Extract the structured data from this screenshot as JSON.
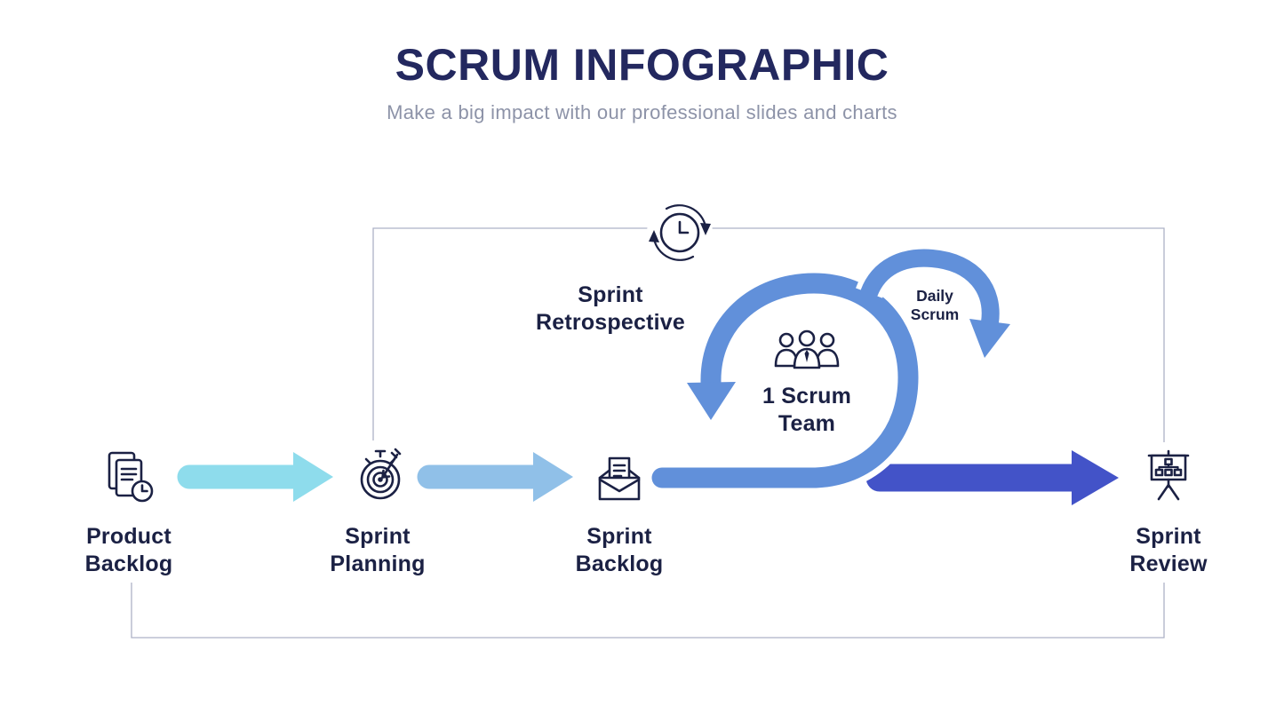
{
  "colors": {
    "navy": "#1b2144",
    "title_navy": "#23285f",
    "subtitle_gray": "#8d93a8",
    "cyan": "#8edcec",
    "sky": "#90c0e8",
    "indigo": "#4353c8",
    "loop_blue": "#6190da",
    "bracket_gray": "#adb2c6"
  },
  "header": {
    "title": "SCRUM INFOGRAPHIC",
    "subtitle": "Make a big impact with our professional slides and charts"
  },
  "stages": {
    "product_backlog": {
      "label": "Product\nBacklog",
      "icon": "documents-clock-icon"
    },
    "sprint_planning": {
      "label": "Sprint\nPlanning",
      "icon": "stopwatch-target-icon"
    },
    "sprint_backlog": {
      "label": "Sprint\nBacklog",
      "icon": "open-envelope-letter-icon"
    },
    "sprint_review": {
      "label": "Sprint\nReview",
      "icon": "presentation-board-icon"
    }
  },
  "loop": {
    "sprint_retrospective": "Sprint\nRetrospective",
    "scrum_team": "1 Scrum\nTeam",
    "daily_scrum": "Daily\nScrum",
    "timer_icon": "clock-refresh-icon",
    "team_icon": "scrum-team-icon"
  }
}
